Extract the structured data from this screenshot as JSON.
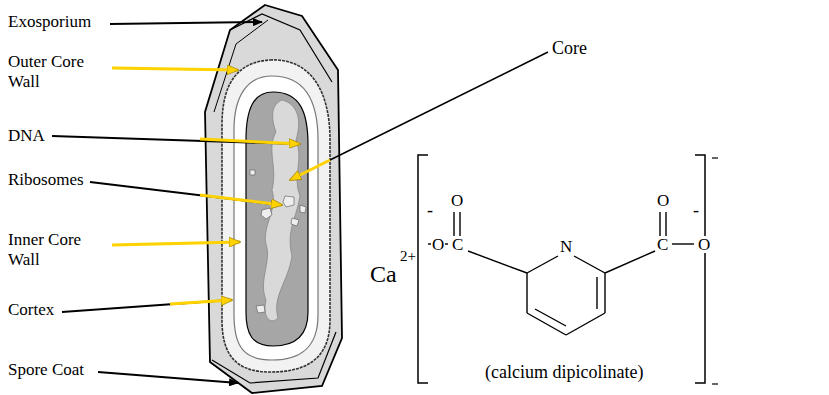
{
  "diagram": {
    "labels": [
      "Exosporium",
      "Outer Core Wall",
      "DNA",
      "Ribosomes",
      "Inner Core Wall",
      "Cortex",
      "Spore Coat",
      "Core",
      "Ca",
      "2+",
      "-",
      "O",
      "O",
      "C",
      "N",
      "O",
      "-",
      "C",
      "O",
      "(calcium dipicolinate)"
    ]
  }
}
